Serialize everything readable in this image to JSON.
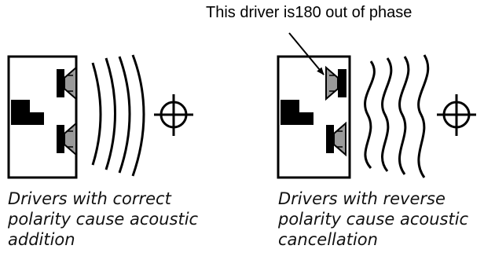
{
  "annotation": "This driver is180  out of phase",
  "left_panel": {
    "caption_lines": [
      "Drivers with correct",
      "polarity cause acoustic",
      "addition"
    ],
    "wave_style": "arcs"
  },
  "right_panel": {
    "caption_lines": [
      "Drivers with reverse",
      "polarity cause acoustic",
      "cancellation"
    ],
    "wave_style": "wavy",
    "inverted_driver": "top"
  },
  "colors": {
    "ink": "#000000",
    "cone_gray": "#9a9a9a",
    "background": "#ffffff"
  },
  "icons": [
    "speaker-cabinet-icon",
    "woofer-driver-icon",
    "tweeter-driver-icon",
    "sound-wave-icon",
    "listener-crosshair-icon",
    "arrow-icon"
  ]
}
